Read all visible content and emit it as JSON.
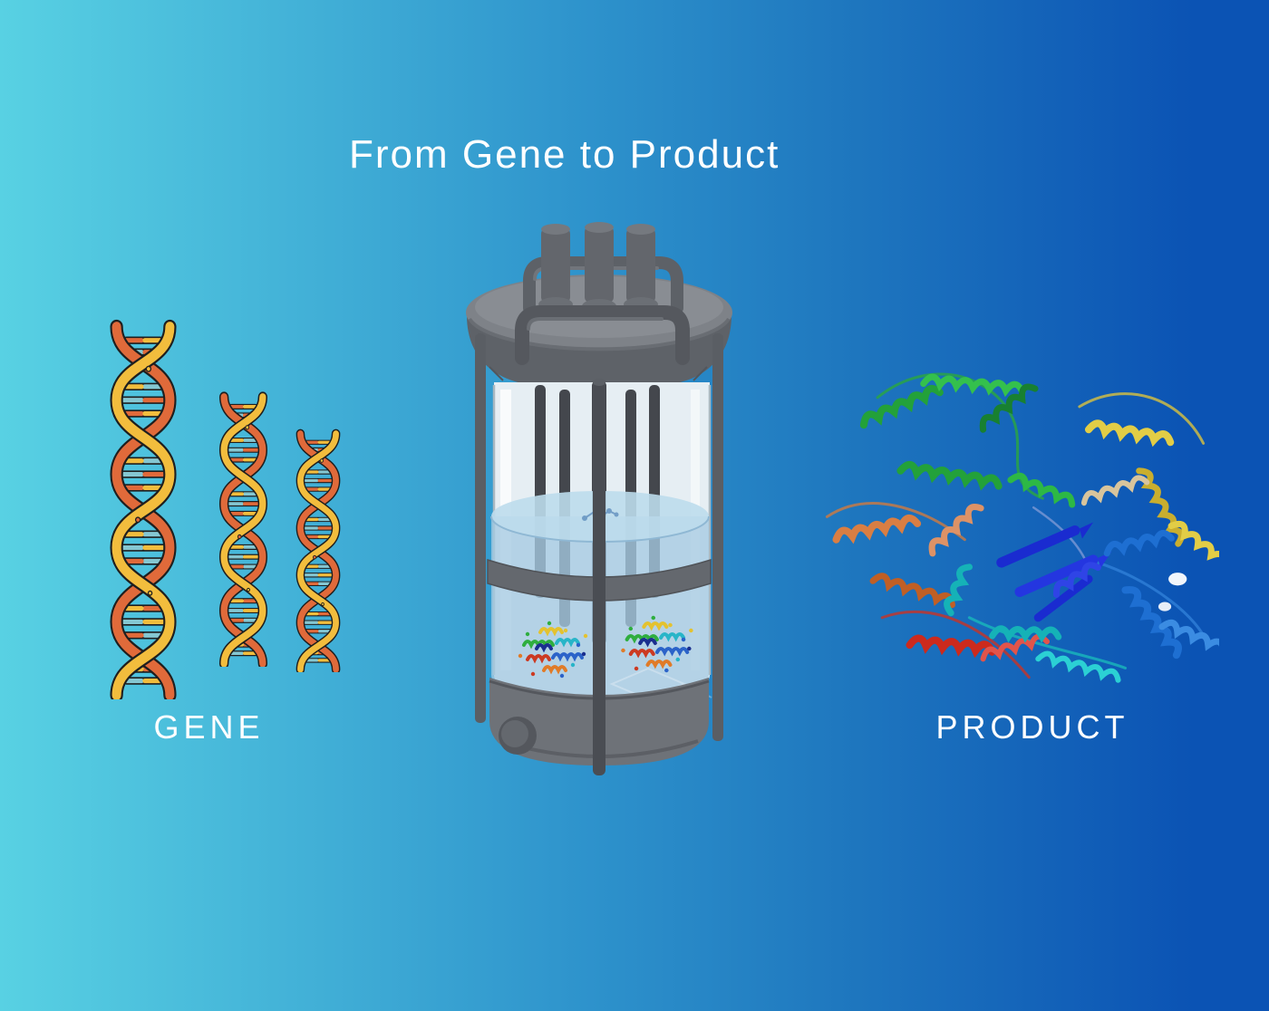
{
  "title": "From Gene to Product",
  "sections": {
    "gene": {
      "label": "GENE"
    },
    "product": {
      "label": "PRODUCT"
    }
  },
  "illustrations": {
    "dna": "three-dna-double-helices-decreasing-size",
    "bioreactor": "glass-bioreactor-vessel-with-blue-culture-liquid-and-protein-molecules",
    "protein": "rainbow-ribbon-protein-structure"
  },
  "colors": {
    "bg-left": "#58d1e3",
    "bg-mid": "#2e93cc",
    "bg-right": "#0b53b4",
    "text": "#ffffff",
    "dna-yellow": "#f2bd3d",
    "dna-orange": "#e06a3a",
    "dna-rung-blue": "#85c7d2",
    "reactor-gray": "#7e8288",
    "reactor-dark": "#55585e",
    "liquid-blue": "#a5cae2",
    "protein-green": "#23a13a",
    "protein-yellow": "#e2cd46",
    "protein-orange": "#d97e43",
    "protein-red": "#cc2a1d",
    "protein-navy": "#1a2bd0",
    "protein-cyan": "#15b2b7",
    "protein-blue": "#1e6fd2"
  }
}
